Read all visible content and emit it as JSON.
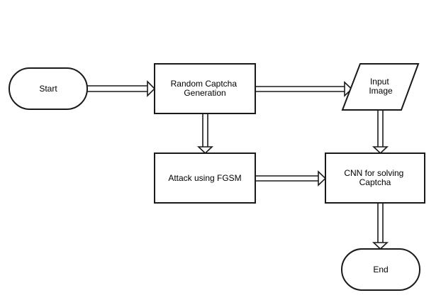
{
  "nodes": {
    "start": {
      "lines": [
        "Start"
      ]
    },
    "captcha_gen": {
      "lines": [
        "Random Captcha",
        "Generation"
      ]
    },
    "input_image": {
      "lines": [
        "Input",
        "Image"
      ]
    },
    "attack": {
      "lines": [
        "Attack using FGSM"
      ]
    },
    "cnn": {
      "lines": [
        "CNN for solving",
        "Captcha"
      ]
    },
    "end": {
      "lines": [
        "End"
      ]
    }
  },
  "edges": [
    {
      "from": "start",
      "to": "captcha_gen"
    },
    {
      "from": "captcha_gen",
      "to": "input_image"
    },
    {
      "from": "captcha_gen",
      "to": "attack"
    },
    {
      "from": "input_image",
      "to": "cnn"
    },
    {
      "from": "attack",
      "to": "cnn"
    },
    {
      "from": "cnn",
      "to": "end"
    }
  ],
  "colors": {
    "stroke": "#1a1a1a",
    "fill": "#ffffff",
    "text": "#000000"
  }
}
